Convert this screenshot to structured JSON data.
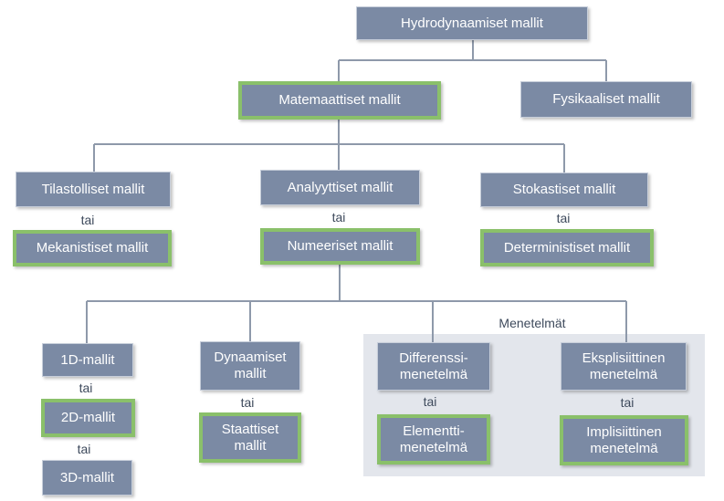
{
  "colors": {
    "node_fill": "#7b8aa4",
    "highlight_border": "#8ac06a",
    "connector": "#8e99aa",
    "panel": "#e3e6ec",
    "label_text": "#3e4a5c"
  },
  "nodes": {
    "root": "Hydrodynaamiset mallit",
    "math": "Matemaattiset mallit",
    "physical": "Fysikaaliset mallit",
    "statistical": "Tilastolliset mallit",
    "mechanistic": "Mekanistiset mallit",
    "analytical": "Analyyttiset mallit",
    "numerical": "Numeeriset mallit",
    "stochastic": "Stokastiset mallit",
    "deterministic": "Deterministiset mallit",
    "model_1d": "1D-mallit",
    "model_2d": "2D-mallit",
    "model_3d": "3D-mallit",
    "dynamic": "Dynaamiset\nmallit",
    "static": "Staattiset\nmallit",
    "finite_difference": "Differenssi-\nmenetelmä",
    "finite_element": "Elementti-\nmenetelmä",
    "explicit": "Eksplisiittinen\nmenetelmä",
    "implicit": "Implisiittinen\nmenetelmä"
  },
  "labels": {
    "or_word": "tai",
    "methods_title": "Menetelmät"
  }
}
